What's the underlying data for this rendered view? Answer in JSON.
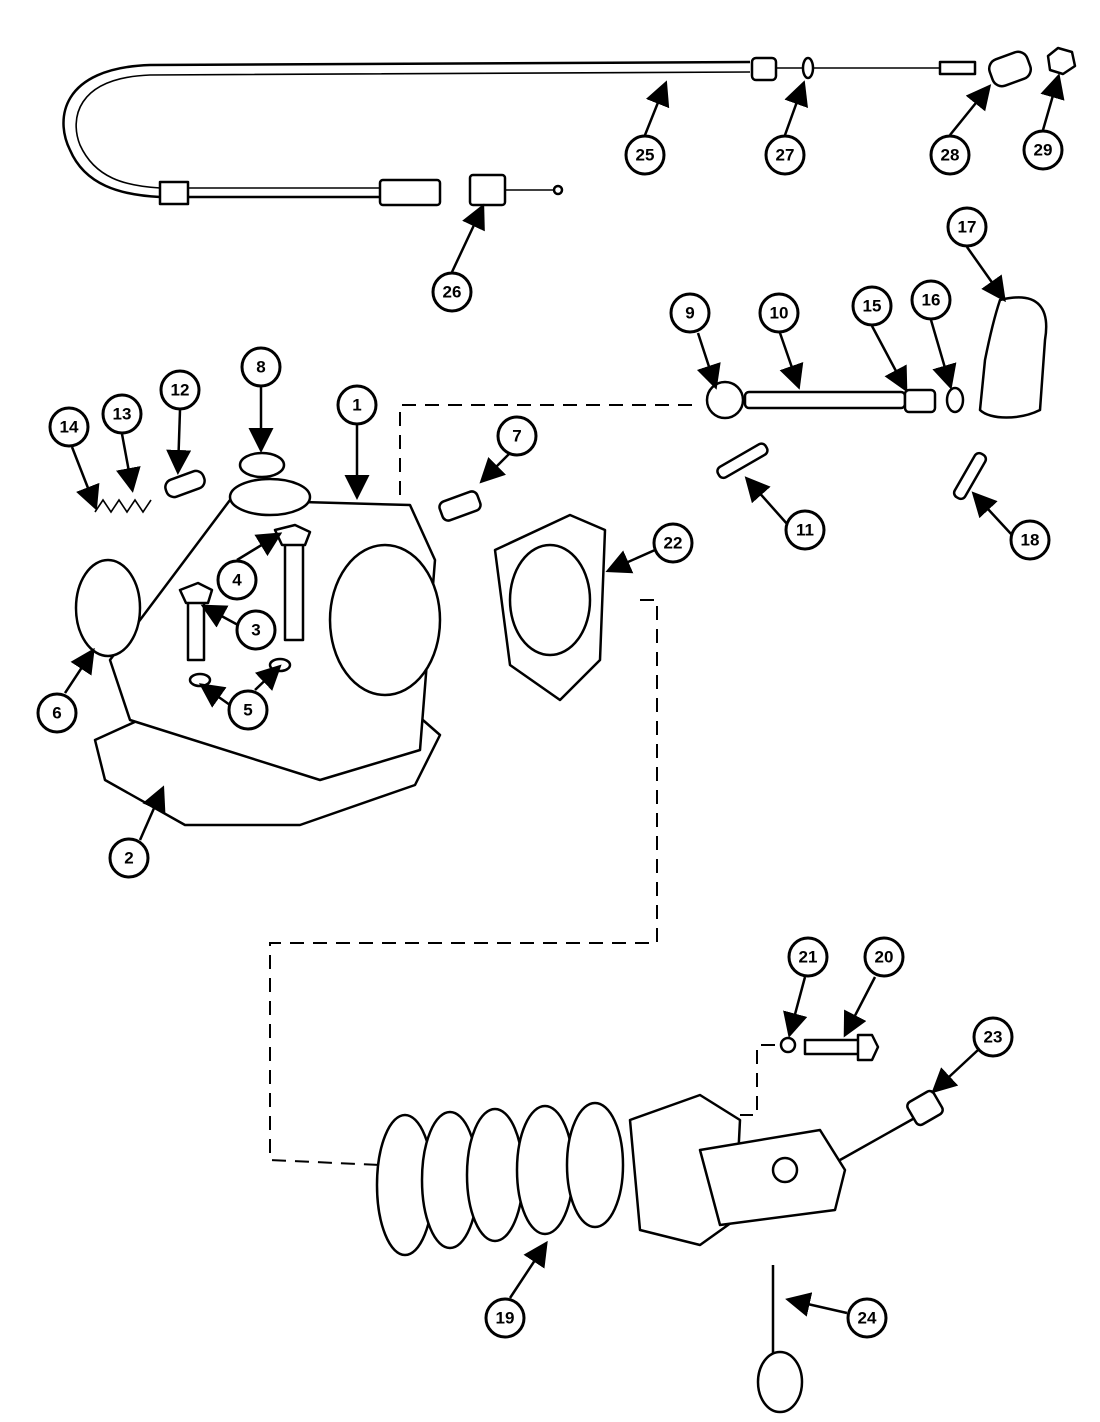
{
  "diagram": {
    "type": "exploded parts diagram",
    "callouts": {
      "c1": "1",
      "c2": "2",
      "c3": "3",
      "c4": "4",
      "c5": "5",
      "c6": "6",
      "c7": "7",
      "c8": "8",
      "c9": "9",
      "c10": "10",
      "c11": "11",
      "c12": "12",
      "c13": "13",
      "c14": "14",
      "c15": "15",
      "c16": "16",
      "c17": "17",
      "c18": "18",
      "c19": "19",
      "c20": "20",
      "c21": "21",
      "c22": "22",
      "c23": "23",
      "c24": "24",
      "c25": "25",
      "c26": "26",
      "c27": "27",
      "c28": "28",
      "c29": "29"
    }
  }
}
